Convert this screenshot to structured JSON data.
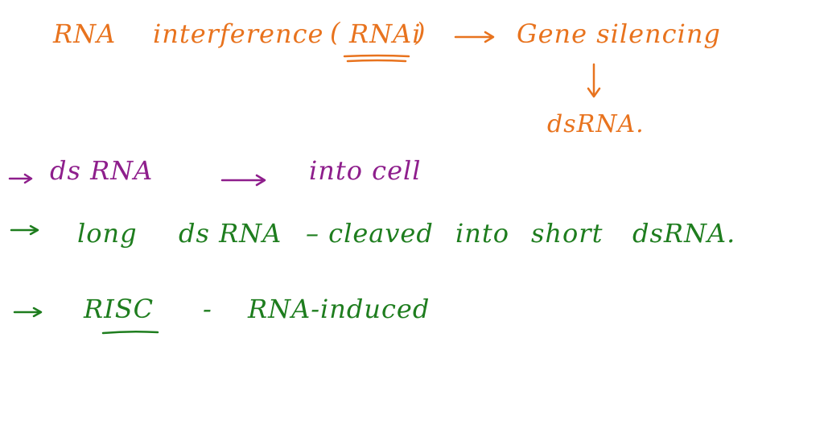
{
  "colors": {
    "orange": "#e8731e",
    "purple": "#8e1e8c",
    "green": "#1e7d1e",
    "background": "#ffffff"
  },
  "line1": {
    "rna": "RNA",
    "interference": "interference",
    "paren_open": "(",
    "rnai": "RNAi",
    "paren_close": ")",
    "gene_silencing": "Gene silencing"
  },
  "line1b": {
    "dsrna": "dsRNA."
  },
  "line2": {
    "dsrna": "ds RNA",
    "into_cell": "into cell"
  },
  "line3": {
    "long": "long",
    "dsrna": "ds RNA",
    "cleaved": "– cleaved",
    "into": "into",
    "short": "short",
    "dsrna2": "dsRNA."
  },
  "line4": {
    "risc": "RISC",
    "dash": "-",
    "rna_induced": "RNA-induced"
  },
  "icons": {
    "arrow_right": "arrow-right-icon",
    "arrow_down": "arrow-down-icon",
    "bullet_arrow": "bullet-arrow-icon"
  }
}
